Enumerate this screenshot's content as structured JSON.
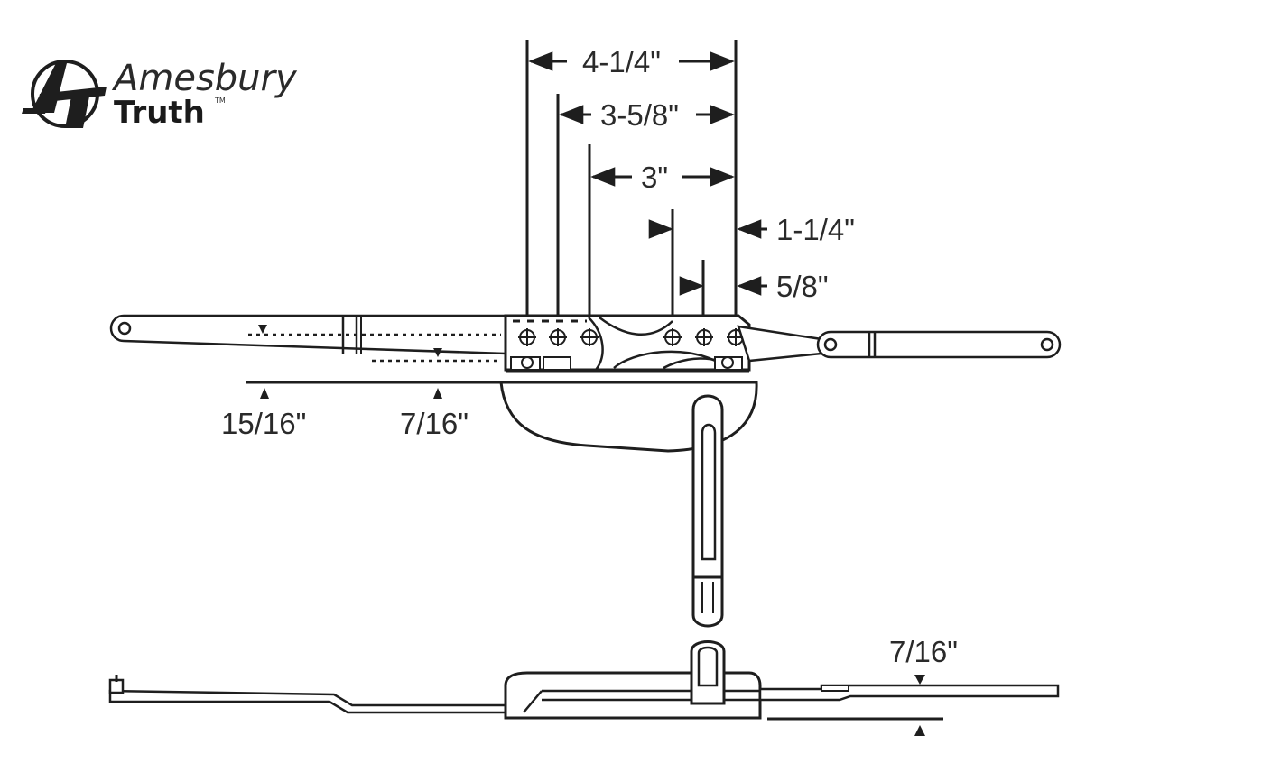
{
  "logo": {
    "brand_line1": "Amesbury",
    "brand_line2": "Truth",
    "trademark": "TM",
    "icon": "amesbury-truth-logo-mark"
  },
  "dimensions": {
    "d_4_1_4": "4-1/4\"",
    "d_3_5_8": "3-5/8\"",
    "d_3": "3\"",
    "d_1_1_4": "1-1/4\"",
    "d_5_8": "5/8\"",
    "d_15_16": "15/16\"",
    "d_7_16_top": "7/16\"",
    "d_7_16_side": "7/16\""
  },
  "colors": {
    "line": "#1e1e1e",
    "background": "#ffffff"
  }
}
